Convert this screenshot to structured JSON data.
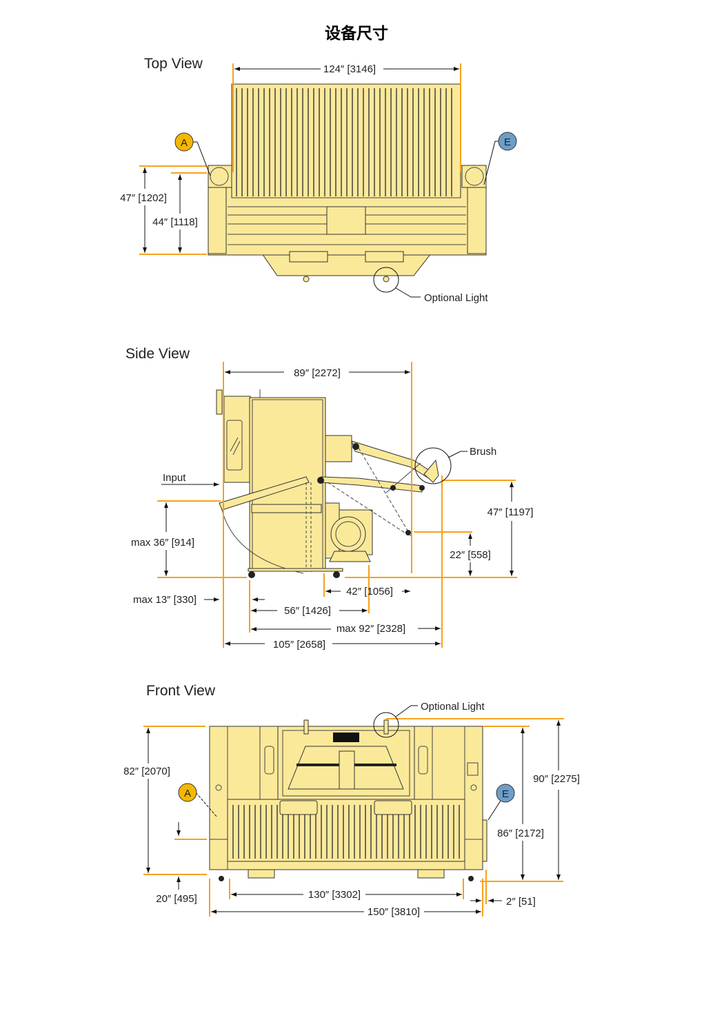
{
  "title": "设备尺寸",
  "colors": {
    "body": "#fbe99a",
    "dimension_line": "#f5a21b",
    "callout_a": "#f5b800",
    "callout_e": "#6c9ec9"
  },
  "top_view": {
    "heading": "Top View",
    "width": "124″ [3146]",
    "depth_outer": "47″ [1202]",
    "depth_inner": "44″ [1118]",
    "callout_a": "A",
    "callout_e": "E",
    "optional_light": "Optional Light"
  },
  "side_view": {
    "heading": "Side View",
    "depth": "89″ [2272]",
    "brush": "Brush",
    "input": "Input",
    "brush_height": "47″ [1197]",
    "brush_low_height": "22″ [558]",
    "input_height": "max 36″ [914]",
    "input_overhang": "max 13″ [330]",
    "rear_dim": "42″ [1056]",
    "cabinet_dim": "56″ [1426]",
    "max_depth": "max 92″ [2328]",
    "overall_depth": "105″ [2658]"
  },
  "front_view": {
    "heading": "Front View",
    "optional_light": "Optional Light",
    "height_82": "82″ [2070]",
    "height_86": "86″ [2172]",
    "height_90": "90″ [2275]",
    "height_20": "20″ [495]",
    "width_inner": "130″ [3302]",
    "width_overall": "150″ [3810]",
    "offset": "2″ [51]",
    "callout_a": "A",
    "callout_e": "E"
  }
}
